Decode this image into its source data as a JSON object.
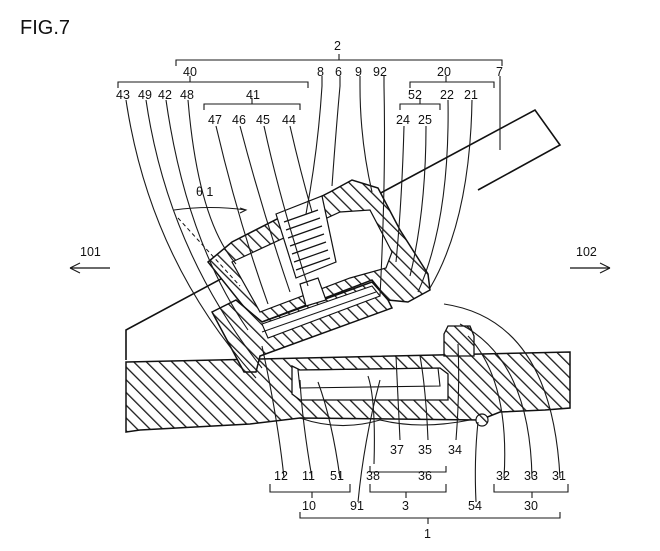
{
  "figure_title": "FIG.7",
  "refs": {
    "r2": "2",
    "r40": "40",
    "r8": "8",
    "r6": "6",
    "r9": "9",
    "r92": "92",
    "r20": "20",
    "r7": "7",
    "r43": "43",
    "r49": "49",
    "r42": "42",
    "r48": "48",
    "r41": "41",
    "r52": "52",
    "r22": "22",
    "r21": "21",
    "r47": "47",
    "r46": "46",
    "r45": "45",
    "r44": "44",
    "r24": "24",
    "r25": "25",
    "theta": "θ 1",
    "r101": "101",
    "r102": "102",
    "r37": "37",
    "r35": "35",
    "r34": "34",
    "r12": "12",
    "r11": "11",
    "r51": "51",
    "r38": "38",
    "r36": "36",
    "r32": "32",
    "r33": "33",
    "r31": "31",
    "r10": "10",
    "r91": "91",
    "r3": "3",
    "r54": "54",
    "r30": "30",
    "r1": "1"
  }
}
